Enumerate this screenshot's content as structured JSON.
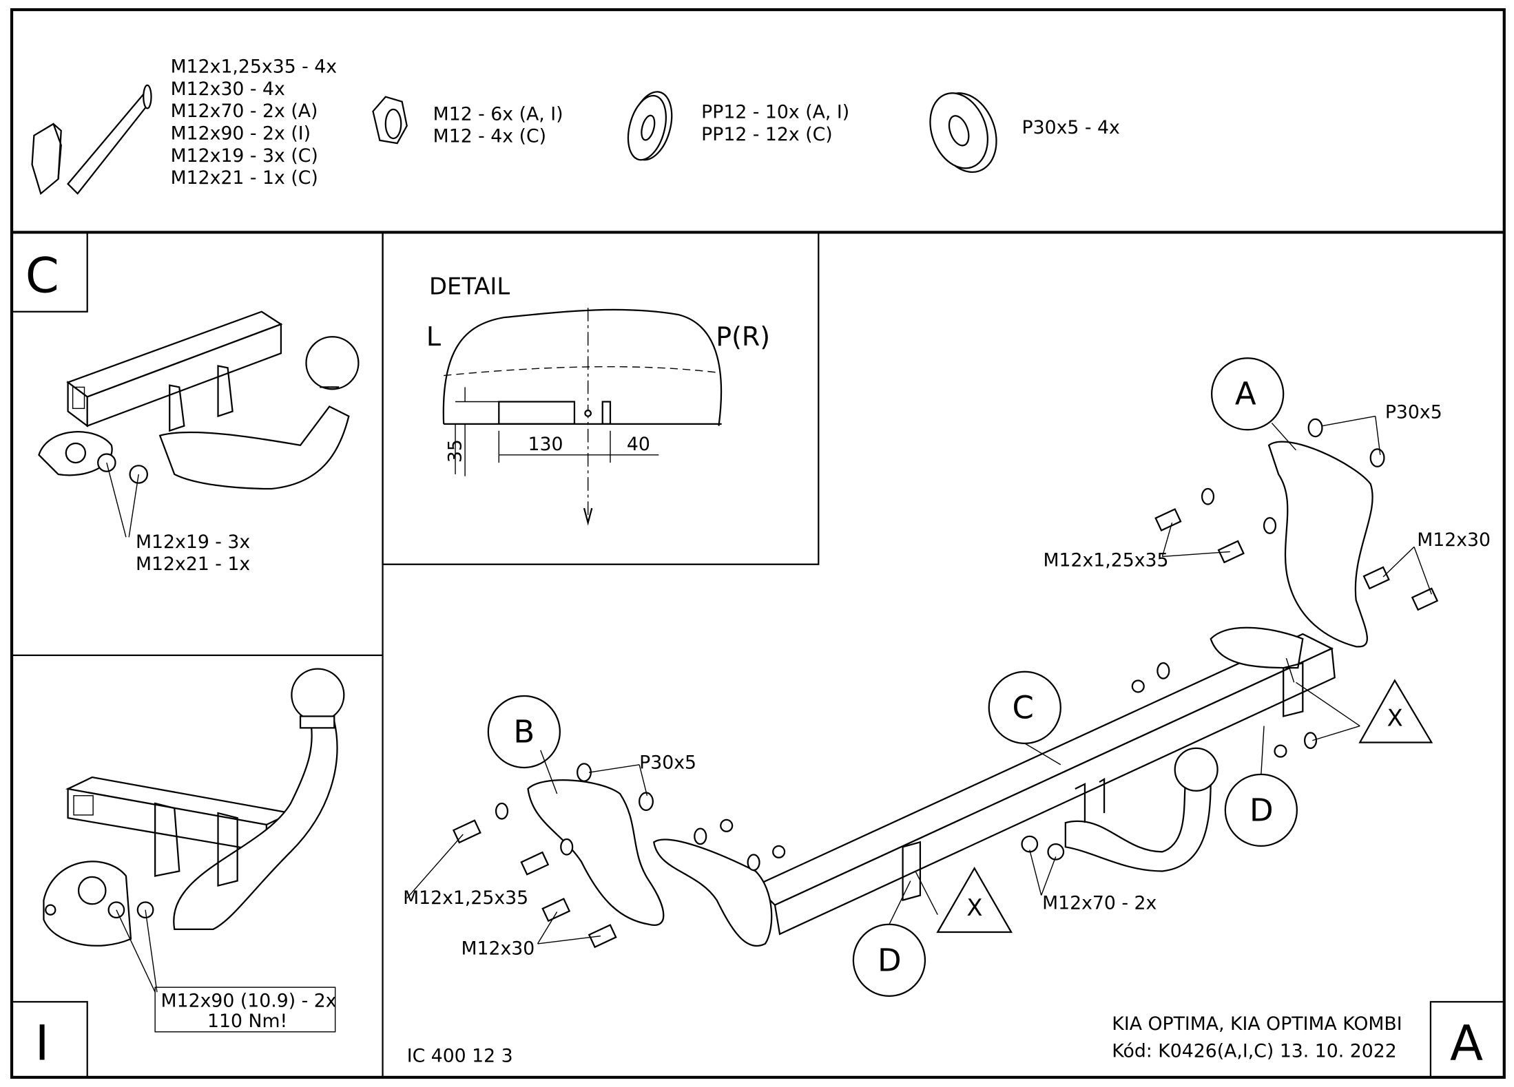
{
  "parts_list": {
    "bolts": [
      "M12x1,25x35 - 4x",
      "M12x30 - 4x",
      "M12x70 - 2x (A)",
      "M12x90 - 2x (I)",
      "M12x19 - 3x (C)",
      "M12x21 - 1x (C)"
    ],
    "nuts": [
      "M12 - 6x (A, I)",
      "M12 - 4x (C)"
    ],
    "washers": [
      "PP12 - 10x (A, I)",
      "PP12 - 12x (C)"
    ],
    "large_washers": [
      "P30x5 - 4x"
    ]
  },
  "panel_c": {
    "letter": "C",
    "labels": [
      "M12x19 - 3x",
      "M12x21 - 1x"
    ]
  },
  "panel_i": {
    "letter": "I",
    "labels": [
      "M12x90 (10.9) - 2x",
      "110 Nm!"
    ]
  },
  "detail": {
    "title": "DETAIL",
    "left": "L",
    "right": "P(R)",
    "dim_height": "35",
    "dim_width": "130",
    "dim_offset": "40"
  },
  "main": {
    "callouts": [
      "A",
      "B",
      "C",
      "D",
      "D",
      "X",
      "X"
    ],
    "labels": {
      "p30_a": "P30x5",
      "bolt_a": "M12x1,25x35",
      "m12x30_a": "M12x30",
      "p30_b": "P30x5",
      "bolt_b": "M12x1,25x35",
      "m12x30_b": "M12x30",
      "m12x70": "M12x70 - 2x"
    },
    "code": "IC 400 12 3"
  },
  "title_block": {
    "vehicle": "KIA OPTIMA, KIA OPTIMA KOMBI",
    "code_date": "Kód: K0426(A,I,C)  13. 10. 2022",
    "sheet": "A"
  }
}
